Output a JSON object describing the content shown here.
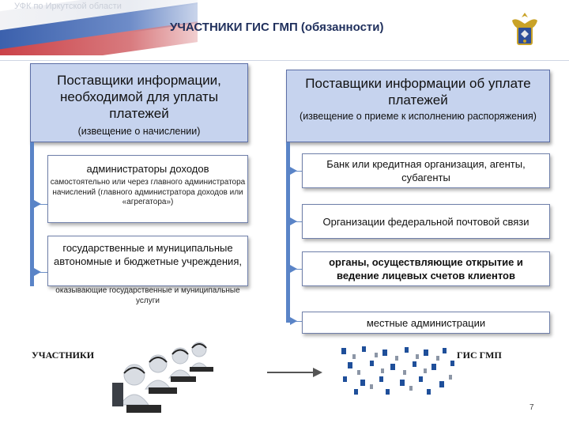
{
  "header": {
    "org_label": "УФК по Иркутской области",
    "title": "УЧАСТНИКИ ГИС ГМП (обязанности)",
    "emblem_icon": "treasury-emblem-icon"
  },
  "colors": {
    "header_box_fill": "#c6d3ee",
    "connector_blue": "#5a84c7",
    "title_navy": "#1f2f5c"
  },
  "left_column": {
    "header_main": "Поставщики информации, необходимой для уплаты платежей",
    "header_sub": "(извещение о начислении)",
    "items": [
      {
        "main": "администраторы доходов",
        "sub": "самостоятельно или через главного администратора начислений (главного администратора доходов или «агрегатора»)"
      },
      {
        "main": "государственные и муниципальные автономные и бюджетные учреждения,",
        "sub": "оказывающие государственные и муниципальные услуги"
      }
    ]
  },
  "right_column": {
    "header_main": "Поставщики информации об уплате платежей",
    "header_sub": "(извещение о приеме к исполнению распоряжения)",
    "items": [
      "Банк или кредитная организация, агенты, субагенты",
      "Организации федеральной почтовой связи",
      "органы, осуществляющие открытие и ведение лицевых счетов клиентов",
      "местные администрации"
    ]
  },
  "footer": {
    "left_label": "УЧАСТНИКИ",
    "right_label": "ГИС ГМП",
    "page_number": "7",
    "operators_icon": "call-center-operators-icon",
    "arrow_icon": "right-arrow-icon",
    "data_icon": "data-blocks-icon"
  }
}
